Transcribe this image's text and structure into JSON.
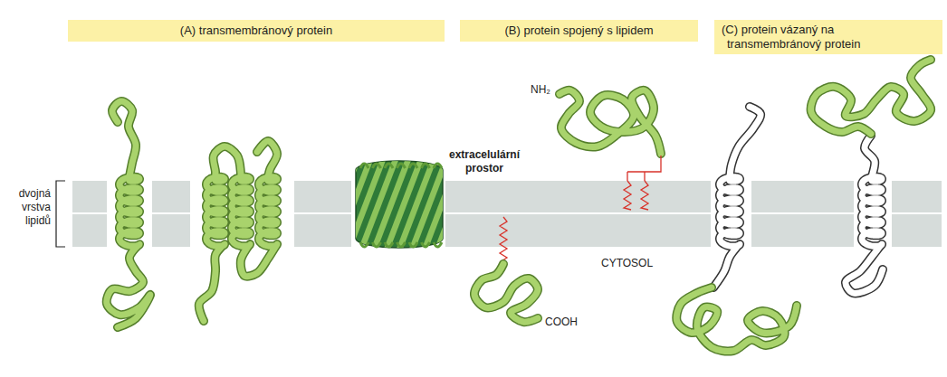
{
  "diagram": {
    "nodes": [
      {
        "text": [
          "(A) transmembránový protein"
        ]
      },
      {
        "text": [
          "(B) protein spojený s lipidem"
        ]
      },
      {
        "text": [
          "(C) protein vázaný na transmembránový protein"
        ]
      }
    ],
    "labels": [
      "dvojná vrstva lipidů",
      "NH₂",
      "extracelulární prostor",
      "CYTOSOL",
      "COOH"
    ]
  }
}
